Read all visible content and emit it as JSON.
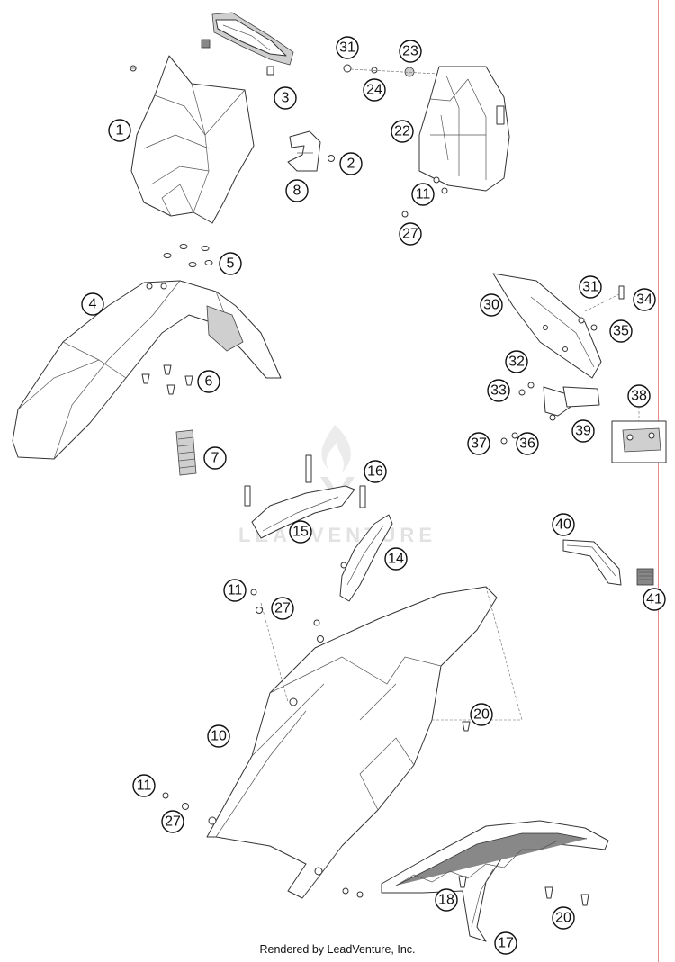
{
  "footer": {
    "text": "Rendered by LeadVenture, Inc."
  },
  "watermark": {
    "text": "LEADVENTURE"
  },
  "colors": {
    "callout_stroke": "#111111",
    "line_art": "#333333",
    "margin_line": "#e98a8a"
  },
  "callouts": [
    "1",
    "2",
    "3",
    "4",
    "5",
    "6",
    "7",
    "8",
    "10",
    "11",
    "11",
    "11",
    "14",
    "15",
    "16",
    "17",
    "18",
    "20",
    "20",
    "22",
    "23",
    "24",
    "27",
    "27",
    "27",
    "30",
    "31",
    "31",
    "32",
    "33",
    "34",
    "35",
    "36",
    "37",
    "38",
    "39",
    "40",
    "41"
  ]
}
